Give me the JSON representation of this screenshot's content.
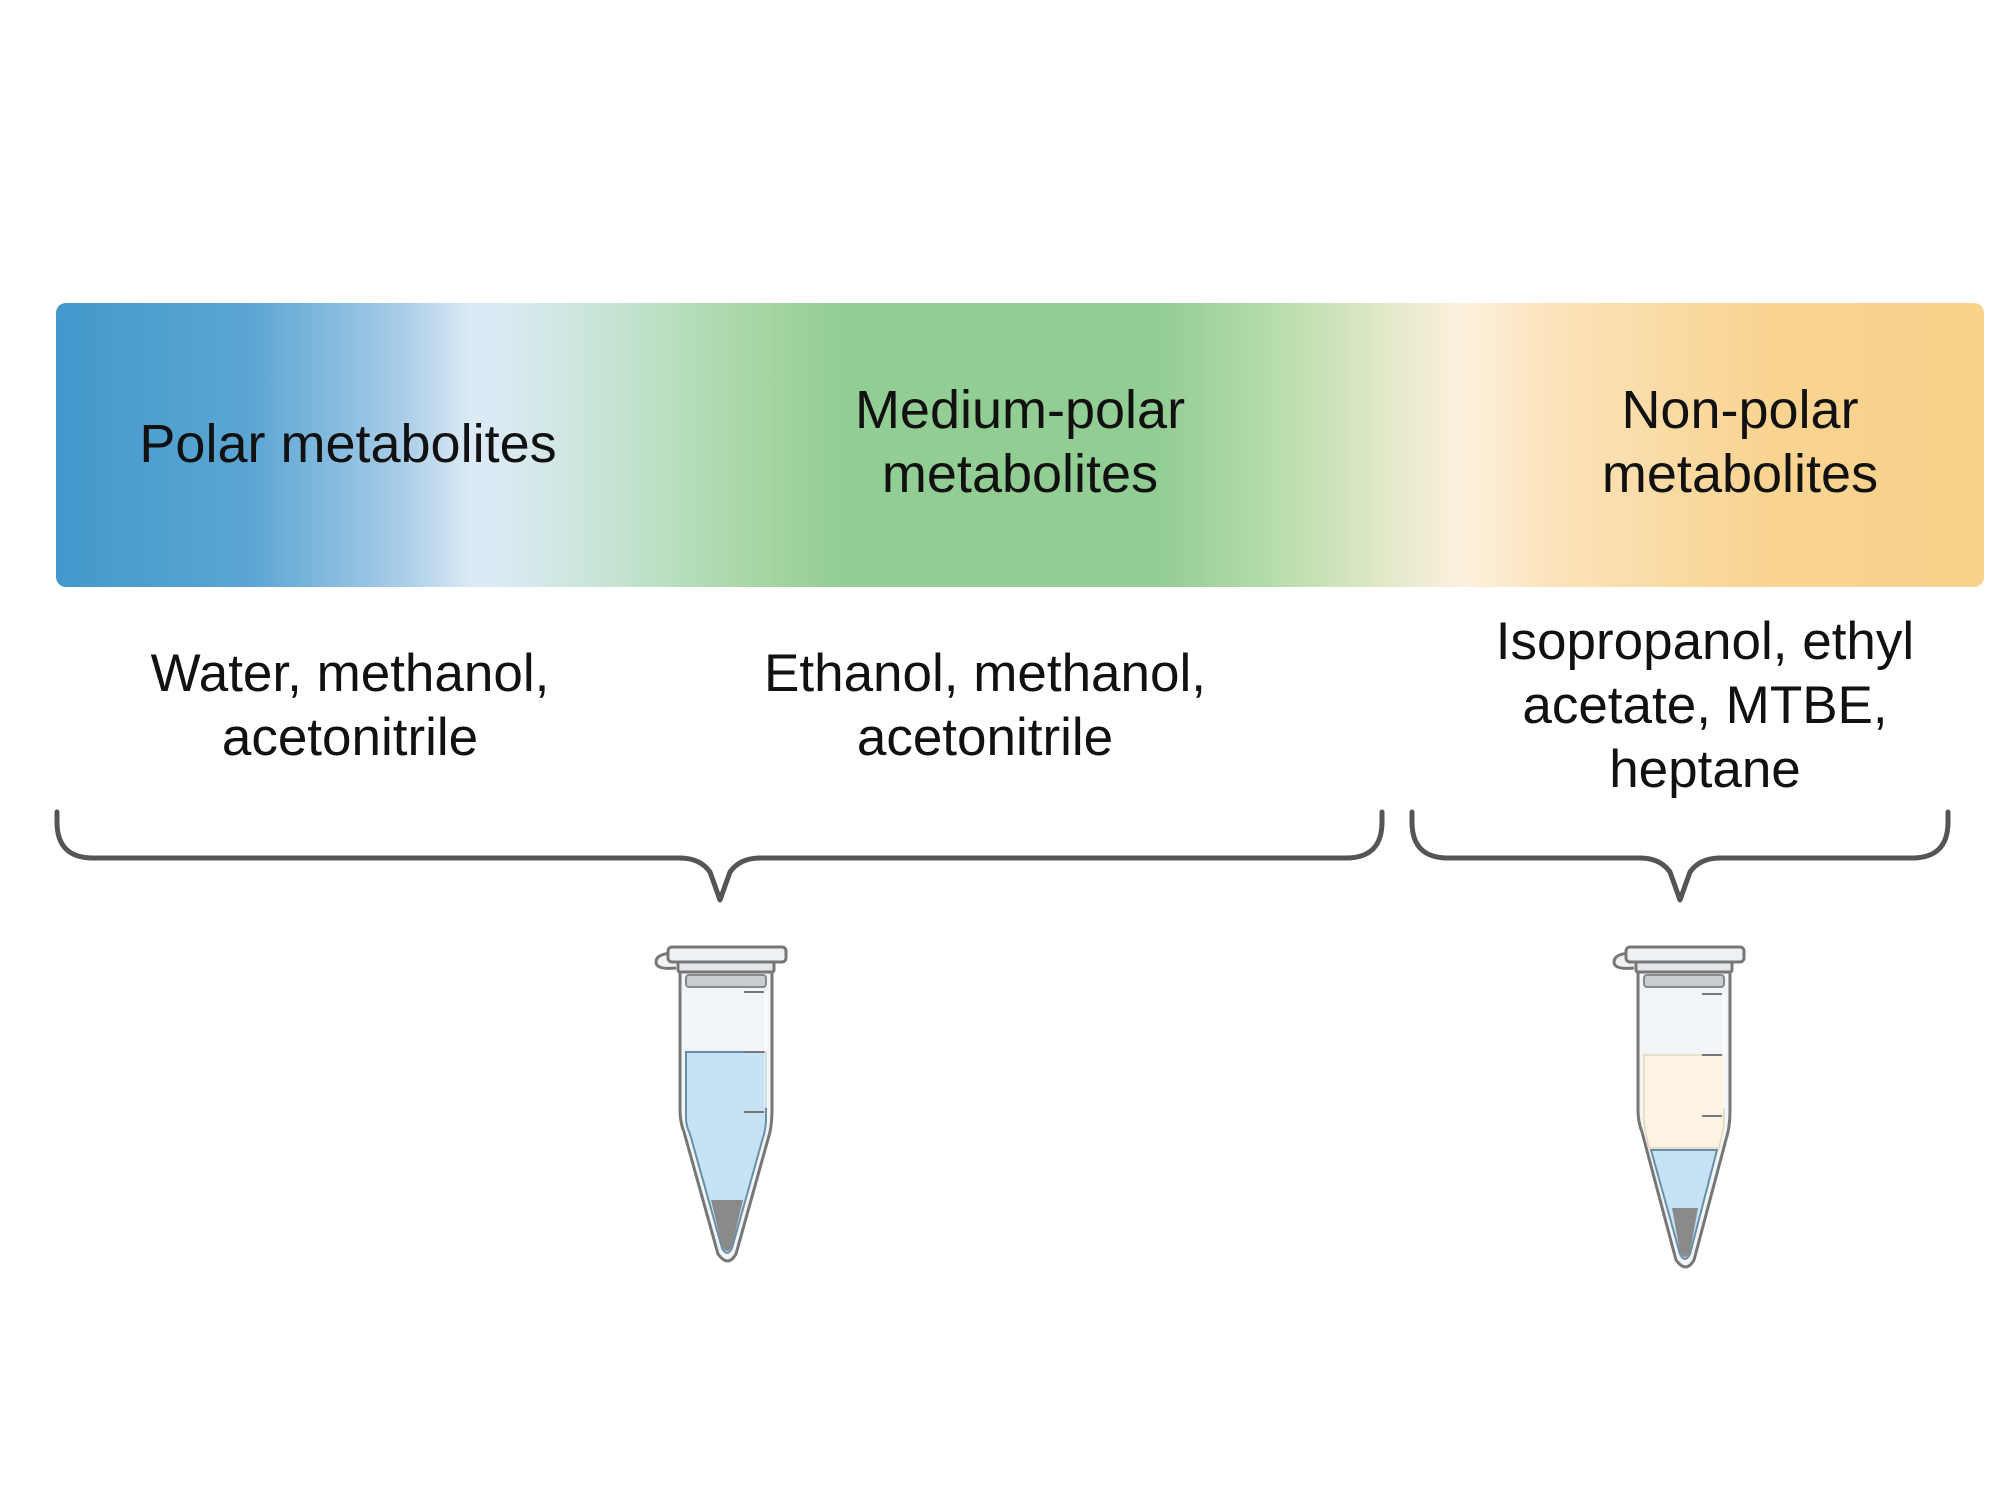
{
  "polarity_scale": {
    "polar_label": "Polar metabolites",
    "medium_label_line1": "Medium-polar",
    "medium_label_line2": "metabolites",
    "nonpolar_label_line1": "Non-polar",
    "nonpolar_label_line2": "metabolites",
    "colors": {
      "polar": "#4299cb",
      "medium": "#92cd93",
      "nonpolar": "#f9d28b"
    }
  },
  "solvents": {
    "polar_line1": "Water, methanol,",
    "polar_line2": "acetonitrile",
    "medium_line1": "Ethanol, methanol,",
    "medium_line2": "acetonitrile",
    "nonpolar_line1": "Isopropanol, ethyl",
    "nonpolar_line2": "acetate, MTBE,",
    "nonpolar_line3": "heptane"
  },
  "tubes": {
    "left_liquid_color": "#c5e3f5",
    "right_upper_liquid_color": "#fdf3e3",
    "right_lower_liquid_color": "#c5e3f5",
    "pellet_color": "#8a8a8a"
  }
}
